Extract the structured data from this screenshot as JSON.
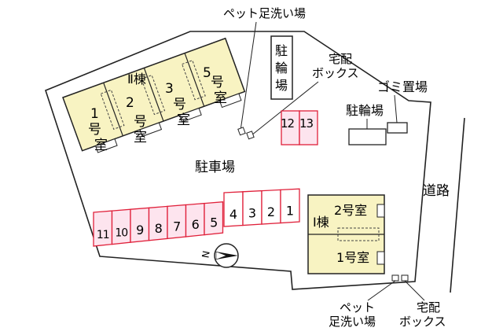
{
  "labels": {
    "pet_wash_top": "ペット足洗い場",
    "bicycle_parking_vertical": [
      "駐",
      "輪",
      "場"
    ],
    "delivery_box_top": [
      "宅配",
      "ボックス"
    ],
    "garbage_area": "ゴミ置場",
    "bicycle_parking_right": "駐輪場",
    "parking_lot": "駐車場",
    "road": "道路",
    "building_2": "Ⅱ棟",
    "building_1": "Ⅰ棟",
    "pet_wash_bottom": [
      "ペット",
      "足洗い場"
    ],
    "delivery_box_bottom": [
      "宅配",
      "ボックス"
    ]
  },
  "units_building_2": [
    {
      "num": "1",
      "suffix": [
        "号",
        "室"
      ]
    },
    {
      "num": "2",
      "suffix": [
        "号",
        "室"
      ]
    },
    {
      "num": "3",
      "suffix": [
        "号",
        "室"
      ]
    },
    {
      "num": "5",
      "suffix": [
        "号",
        "室"
      ]
    }
  ],
  "units_building_1": [
    "2号室",
    "1号室"
  ],
  "parking_spaces_top": [
    "12",
    "13"
  ],
  "parking_spaces_pink": [
    "11",
    "10",
    "9",
    "8",
    "7",
    "6",
    "5"
  ],
  "parking_spaces_white": [
    "4",
    "3",
    "2",
    "1"
  ],
  "compass": {
    "label": "N"
  },
  "colors": {
    "building_fill": "#f8f3c2",
    "parking_pink": "#fde4ee",
    "parking_stroke": "#e0203a",
    "outline": "#222222"
  }
}
